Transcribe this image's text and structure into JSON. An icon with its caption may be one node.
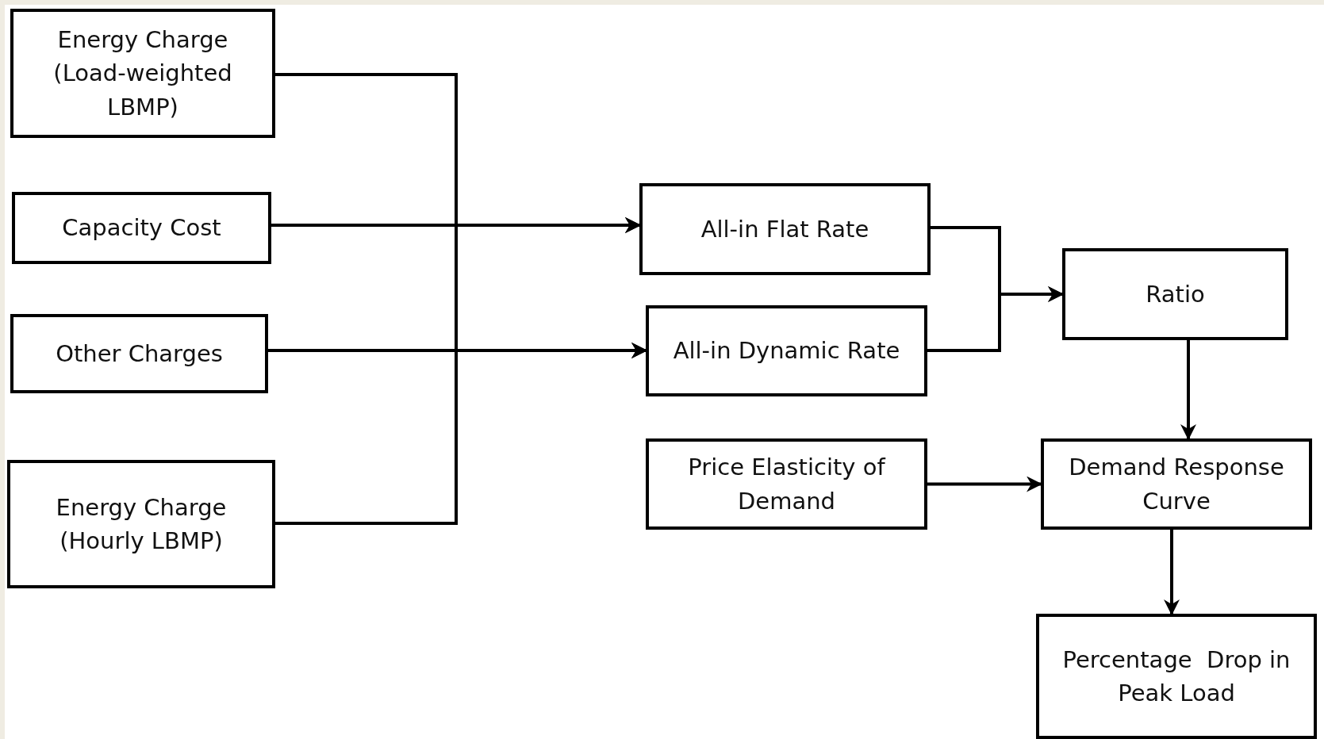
{
  "diagram": {
    "nodes": [
      {
        "text": [
          "Energy Charge (Load-weighted LBMP)"
        ]
      },
      {
        "text": [
          "Capacity Cost"
        ]
      },
      {
        "text": [
          "Other Charges"
        ]
      },
      {
        "text": [
          "Energy Charge (Hourly LBMP)"
        ]
      },
      {
        "text": [
          "All-in Flat Rate"
        ]
      },
      {
        "text": [
          "All-in Dynamic Rate"
        ]
      },
      {
        "text": [
          "Ratio"
        ]
      },
      {
        "text": [
          "Price Elasticity of Demand"
        ]
      },
      {
        "text": [
          "Demand Response Curve"
        ]
      },
      {
        "text": [
          "Percentage  Drop in Peak Load"
        ]
      }
    ],
    "edges": [
      {
        "from": 0,
        "to": 4,
        "arrow": "to"
      },
      {
        "from": 0,
        "to": 5,
        "arrow": "to"
      },
      {
        "from": 3,
        "to": 4,
        "arrow": "to"
      },
      {
        "from": 3,
        "to": 5,
        "arrow": "to"
      },
      {
        "from": 1,
        "to": 4,
        "arrow": "to"
      },
      {
        "from": 2,
        "to": 5,
        "arrow": "to"
      },
      {
        "from": 4,
        "to": 6,
        "arrow": "to"
      },
      {
        "from": 5,
        "to": 6,
        "arrow": "to"
      },
      {
        "from": 6,
        "to": 8,
        "arrow": "to"
      },
      {
        "from": 7,
        "to": 8,
        "arrow": "to"
      },
      {
        "from": 8,
        "to": 9,
        "arrow": "to"
      }
    ]
  }
}
